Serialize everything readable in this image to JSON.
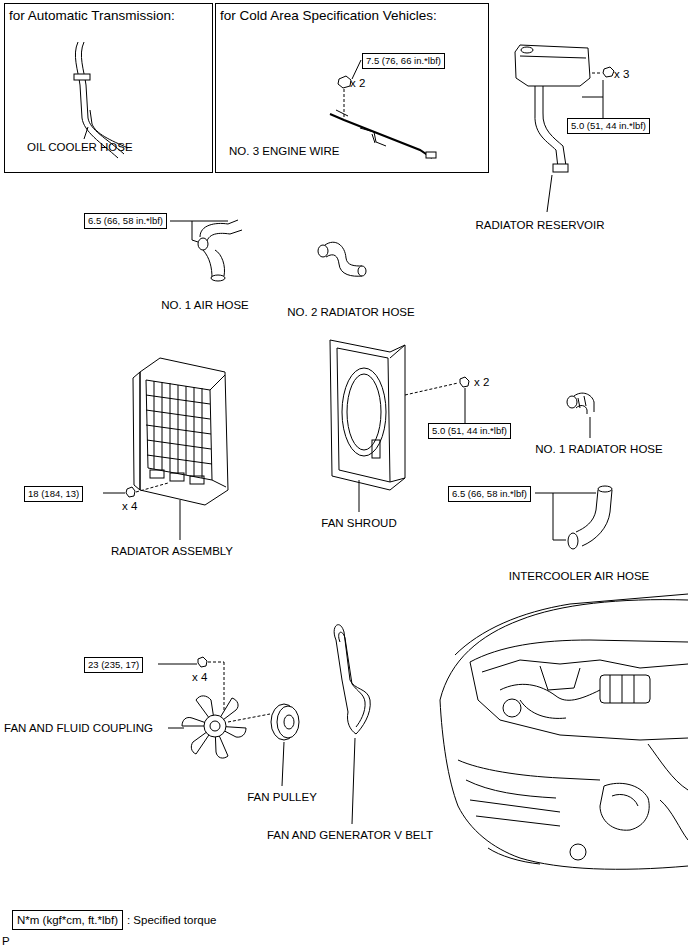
{
  "diagram": {
    "nodes": [
      {
        "text": [
          "for Automatic Transmission:",
          "OIL COOLER HOSE"
        ]
      },
      {
        "text": [
          "for Cold Area Specification Vehicles:",
          "NO. 3 ENGINE WIRE"
        ]
      },
      {
        "text": [
          "7.5 (76, 66 in.*lbf)"
        ],
        "in": 1
      },
      {
        "text": [
          "5.0 (51, 44 in.*lbf)"
        ]
      },
      {
        "text": [
          "6.5 (66, 58 in.*lbf)"
        ]
      },
      {
        "text": [
          "5.0 (51, 44 in.*lbf)"
        ]
      },
      {
        "text": [
          "18 (184, 13)"
        ]
      },
      {
        "text": [
          "6.5 (66, 58 in.*lbf)"
        ]
      },
      {
        "text": [
          "23 (235, 17)"
        ]
      },
      {
        "text": [
          "N*m (kgf*cm, ft.*lbf)"
        ]
      }
    ],
    "labels": [
      "x 2",
      "x 3",
      "RADIATOR RESERVOIR",
      "NO. 1 AIR HOSE",
      "NO. 2 RADIATOR HOSE",
      "x 2",
      "NO. 1 RADIATOR HOSE",
      "x 4",
      "RADIATOR ASSEMBLY",
      "FAN SHROUD",
      "INTERCOOLER AIR HOSE",
      "x 4",
      "FAN AND FLUID COUPLING",
      "FAN PULLEY",
      "FAN AND GENERATOR V BELT",
      ": Specified torque",
      "P"
    ]
  }
}
